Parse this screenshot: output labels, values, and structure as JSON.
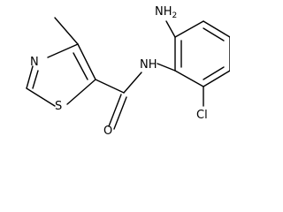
{
  "molecule": {
    "atoms": {
      "amine": {
        "main": "NH",
        "sub": "2"
      },
      "amide_nh": "NH",
      "ring_n": "N",
      "ring_s": "S",
      "carbonyl_o": "O",
      "chloro": "Cl"
    }
  }
}
